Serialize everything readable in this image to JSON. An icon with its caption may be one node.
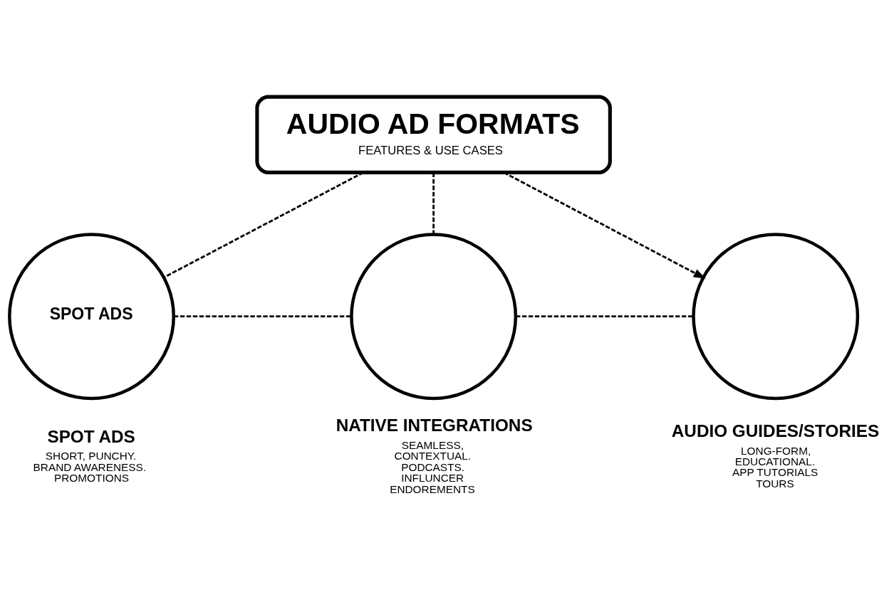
{
  "diagram": {
    "nodes": [
      {
        "text": [
          "AUDIO AD FORMATS",
          "FEATURES & USE CASES"
        ]
      },
      {
        "text": [
          "SPOT ADS"
        ],
        "beside": [
          "SPOT ADS",
          "SHORT, PUNCHY. BRAND AWARENESS. PROMOTIONS"
        ]
      },
      {
        "text": [],
        "shape": "circle",
        "beside": [
          "NATIVE INTEGRATIONS",
          "SEAMLESS, CONTEXTUAL. PODCASTS. INFLUNCER ENDOREMENTS"
        ]
      },
      {
        "text": [],
        "shape": "circle",
        "beside": [
          "AUDIO GUIDES/STORIES",
          "LONG-FORM, EDUCATIONAL. APP TUTORIALS TOURS"
        ]
      }
    ],
    "edges": [
      {
        "from": 0,
        "to": 1,
        "arrow": "none",
        "style": "dashed"
      },
      {
        "from": 0,
        "to": 2,
        "arrow": "none",
        "style": "dashed"
      },
      {
        "from": 0,
        "to": 3,
        "arrow": "to",
        "style": "dashed"
      },
      {
        "from": 1,
        "to": 2,
        "arrow": "none",
        "style": "dashed"
      },
      {
        "from": 2,
        "to": 3,
        "arrow": "none",
        "style": "dashed"
      }
    ]
  }
}
